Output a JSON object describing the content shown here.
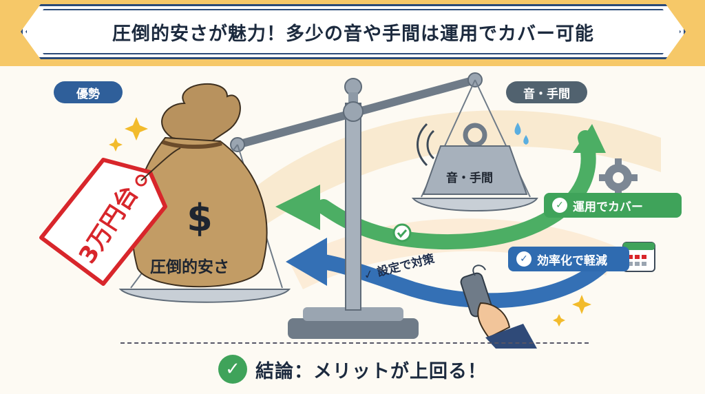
{
  "title": "圧倒的安さが魅力！多少の音や手間は運用でカバー可能",
  "labels": {
    "advantage": "優勢",
    "disadvantage": "音・手間",
    "price_tag": "3万円台",
    "money_bag": "圧倒的安さ",
    "money_symbol": "$",
    "weight": "音・手間"
  },
  "mitigations": [
    {
      "label": "運用でカバー",
      "color": "#3fa35a"
    },
    {
      "label": "効率化で軽減",
      "color": "#2f6bb0"
    },
    {
      "label": "設定で対策",
      "color": "#2f6bb0"
    }
  ],
  "conclusion": "結論：メリットが上回る！",
  "colors": {
    "banner_border": "#2a4a78",
    "top_band": "#f6c868",
    "tag_red": "#d8262b",
    "bag": "#b8925e",
    "metal": "#8d99a6"
  },
  "icons": [
    "sparkle-icon",
    "gear-icon",
    "calendar-icon",
    "remote-control-icon",
    "check-icon",
    "sweat-drop-icon",
    "sound-wave-icon"
  ]
}
